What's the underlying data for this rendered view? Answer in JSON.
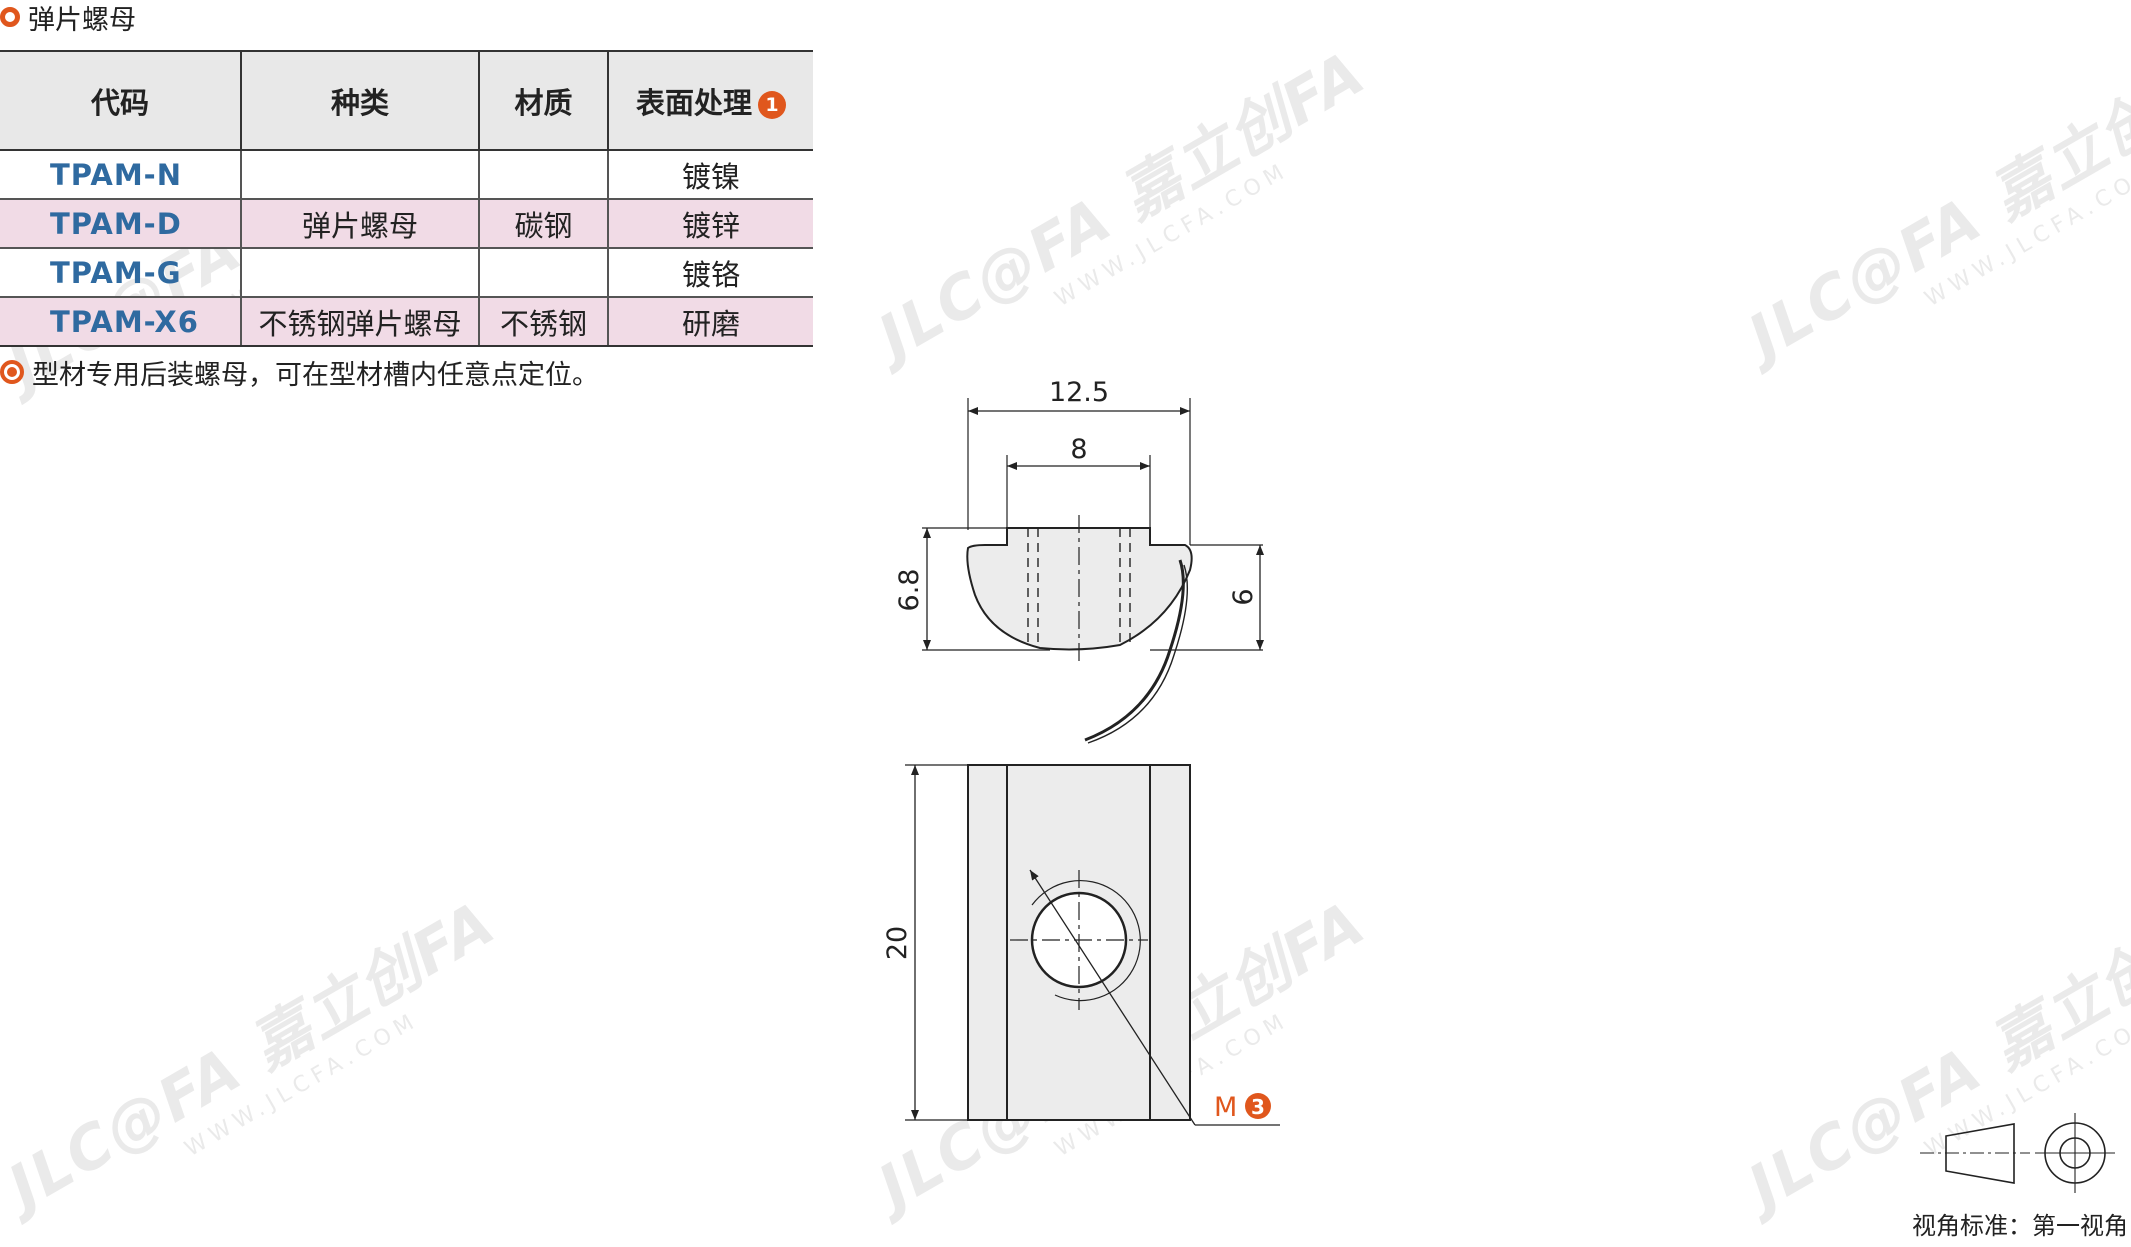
{
  "section": {
    "title": "弹片螺母"
  },
  "table": {
    "headers": {
      "code": "代码",
      "type": "种类",
      "material": "材质",
      "surface": "表面处理",
      "surface_badge": "1"
    },
    "rows": [
      {
        "code": "TPAM-N",
        "surface": "镀镍"
      },
      {
        "code": "TPAM-D",
        "surface": "镀锌"
      },
      {
        "code": "TPAM-G",
        "surface": "镀铬"
      },
      {
        "code": "TPAM-X6",
        "type": "不锈钢弹片螺母",
        "material": "不锈钢",
        "surface": "研磨"
      }
    ],
    "merged": {
      "type": "弹片螺母",
      "material": "碳钢"
    }
  },
  "note": "型材专用后装螺母，可在型材槽内任意点定位。",
  "drawing": {
    "dim_width_outer": "12.5",
    "dim_width_inner": "8",
    "dim_height_total": "6.8",
    "dim_height_body": "6",
    "dim_length": "20",
    "thread_label": "M",
    "thread_badge": "3"
  },
  "view_standard": "视角标准：第一视角",
  "watermark": {
    "brand": "JLC@FA 嘉立创FA",
    "url": "WWW.JLCFA.COM"
  },
  "colors": {
    "accent": "#e0571d",
    "code_blue": "#2f6aa0",
    "row_pink": "#f1dbe6",
    "header_gray": "#e8e8e8"
  }
}
